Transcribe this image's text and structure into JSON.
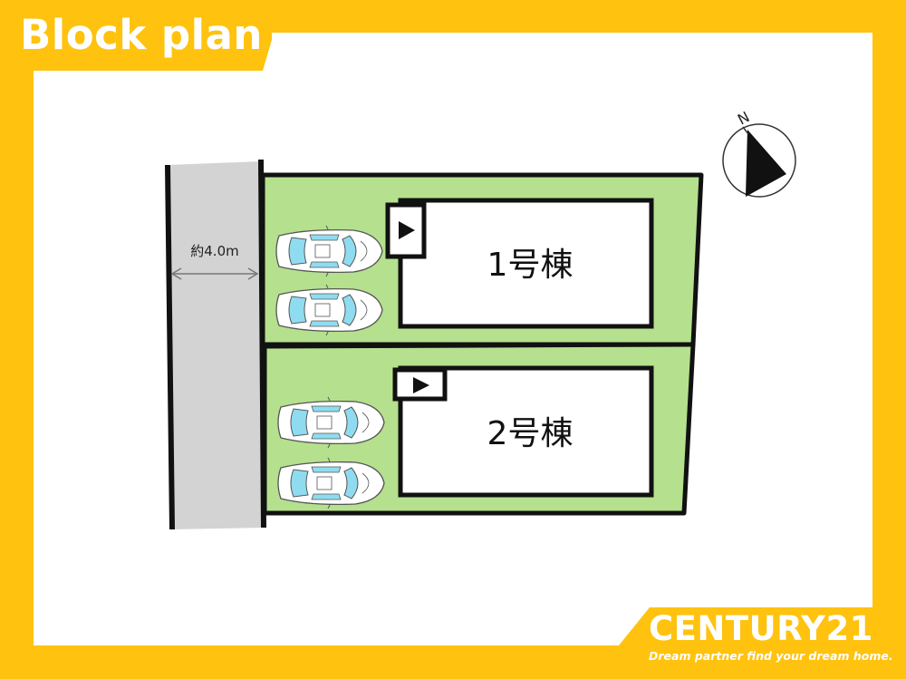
{
  "header": {
    "title": "Block plan"
  },
  "road": {
    "width_label": "約4.0m",
    "color": "#d3d3d3"
  },
  "lots": [
    {
      "house_label": "1号棟",
      "parking_spaces": 2
    },
    {
      "house_label": "2号棟",
      "parking_spaces": 2
    }
  ],
  "compass": {
    "label": "N"
  },
  "brand": {
    "name": "CENTURY21",
    "tagline": "Dream partner find your dream home."
  },
  "colors": {
    "frame": "#ffc20e",
    "lot_green": "#b5e08e",
    "car_window": "#8fdcf0"
  }
}
